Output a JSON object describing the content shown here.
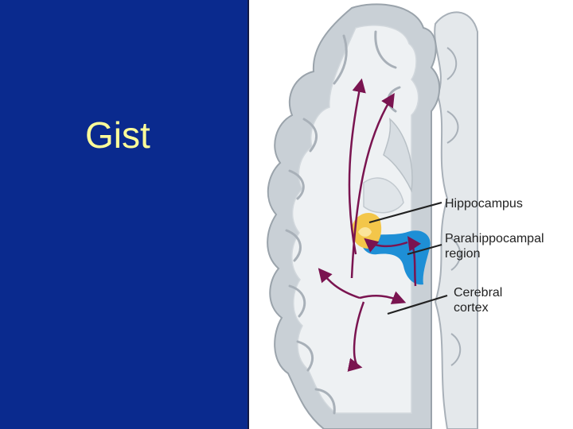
{
  "slide": {
    "title": "Gist",
    "background_color": "#0a2a8e",
    "title_color": "#ffff99"
  },
  "figure": {
    "labels": {
      "hippocampus": "Hippocampus",
      "parahippocampal_line1": "Parahippocampal",
      "parahippocampal_line2": "region",
      "cortex_line1": "Cerebral",
      "cortex_line2": "cortex"
    },
    "colors": {
      "arrow": "#7a1450",
      "hippocampus": "#f3c64a",
      "parahippocampal": "#1e8fd6",
      "brain_outline": "#a8b0b8",
      "white_matter": "#eef1f3",
      "gray_matter": "#c9d0d6"
    }
  }
}
